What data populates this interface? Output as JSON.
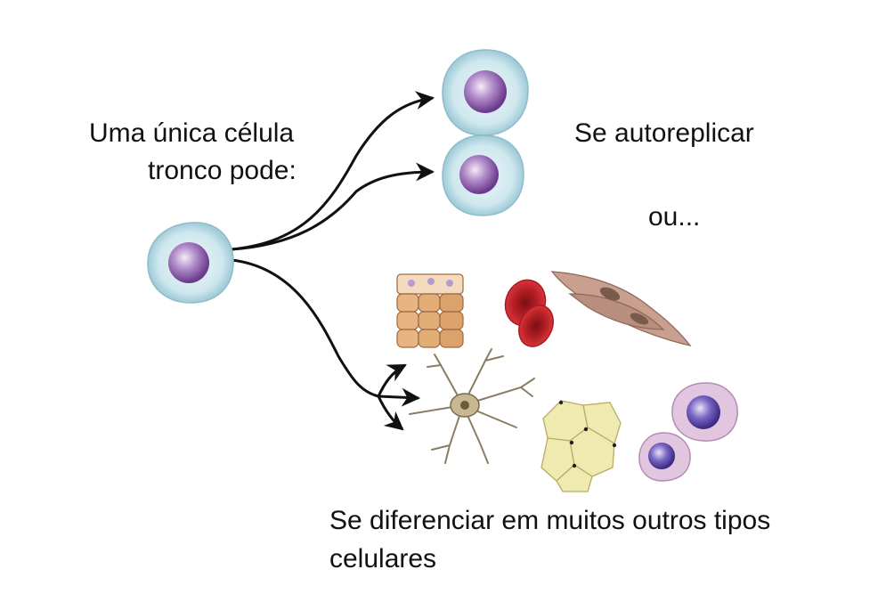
{
  "labels": {
    "source_line1": "Uma única célula",
    "source_line2": "tronco pode:",
    "self_renew": "Se autoreplicar",
    "or": "ou...",
    "differentiate_line1": "Se diferenciar em muitos outros tipos",
    "differentiate_line2": "celulares"
  },
  "colors": {
    "cell_membrane": "#c9e4ec",
    "cell_nucleus": "#8a5aa8",
    "arrow": "#111111",
    "epithelial": "#e7b98a",
    "red_blood_cell": "#c0252b",
    "muscle": "#c9a08f",
    "neuron": "#8b7d63",
    "fat_cell": "#efeab0",
    "white_blood_cell": "#c8a0c8"
  }
}
